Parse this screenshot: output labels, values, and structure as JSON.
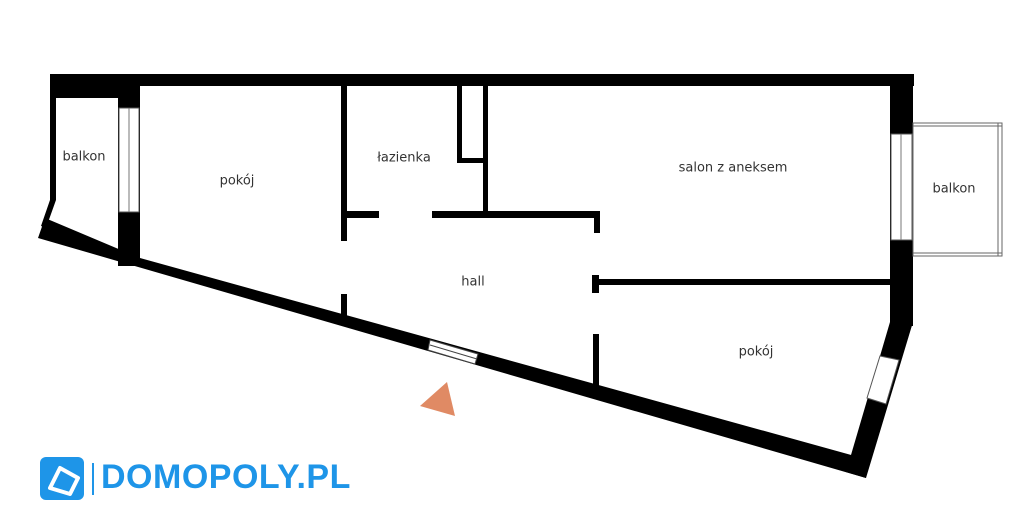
{
  "rooms": {
    "balcony_left": "balkon",
    "room_left": "pokój",
    "bathroom": "łazienka",
    "living_room": "salon z aneksem",
    "balcony_right": "balkon",
    "hall": "hall",
    "room_right": "pokój"
  },
  "logo": {
    "text": "DOMOPOLY.PL"
  },
  "colors": {
    "wall": "#000000",
    "brand": "#1e95e8",
    "entrance_marker": "#e08a64"
  }
}
